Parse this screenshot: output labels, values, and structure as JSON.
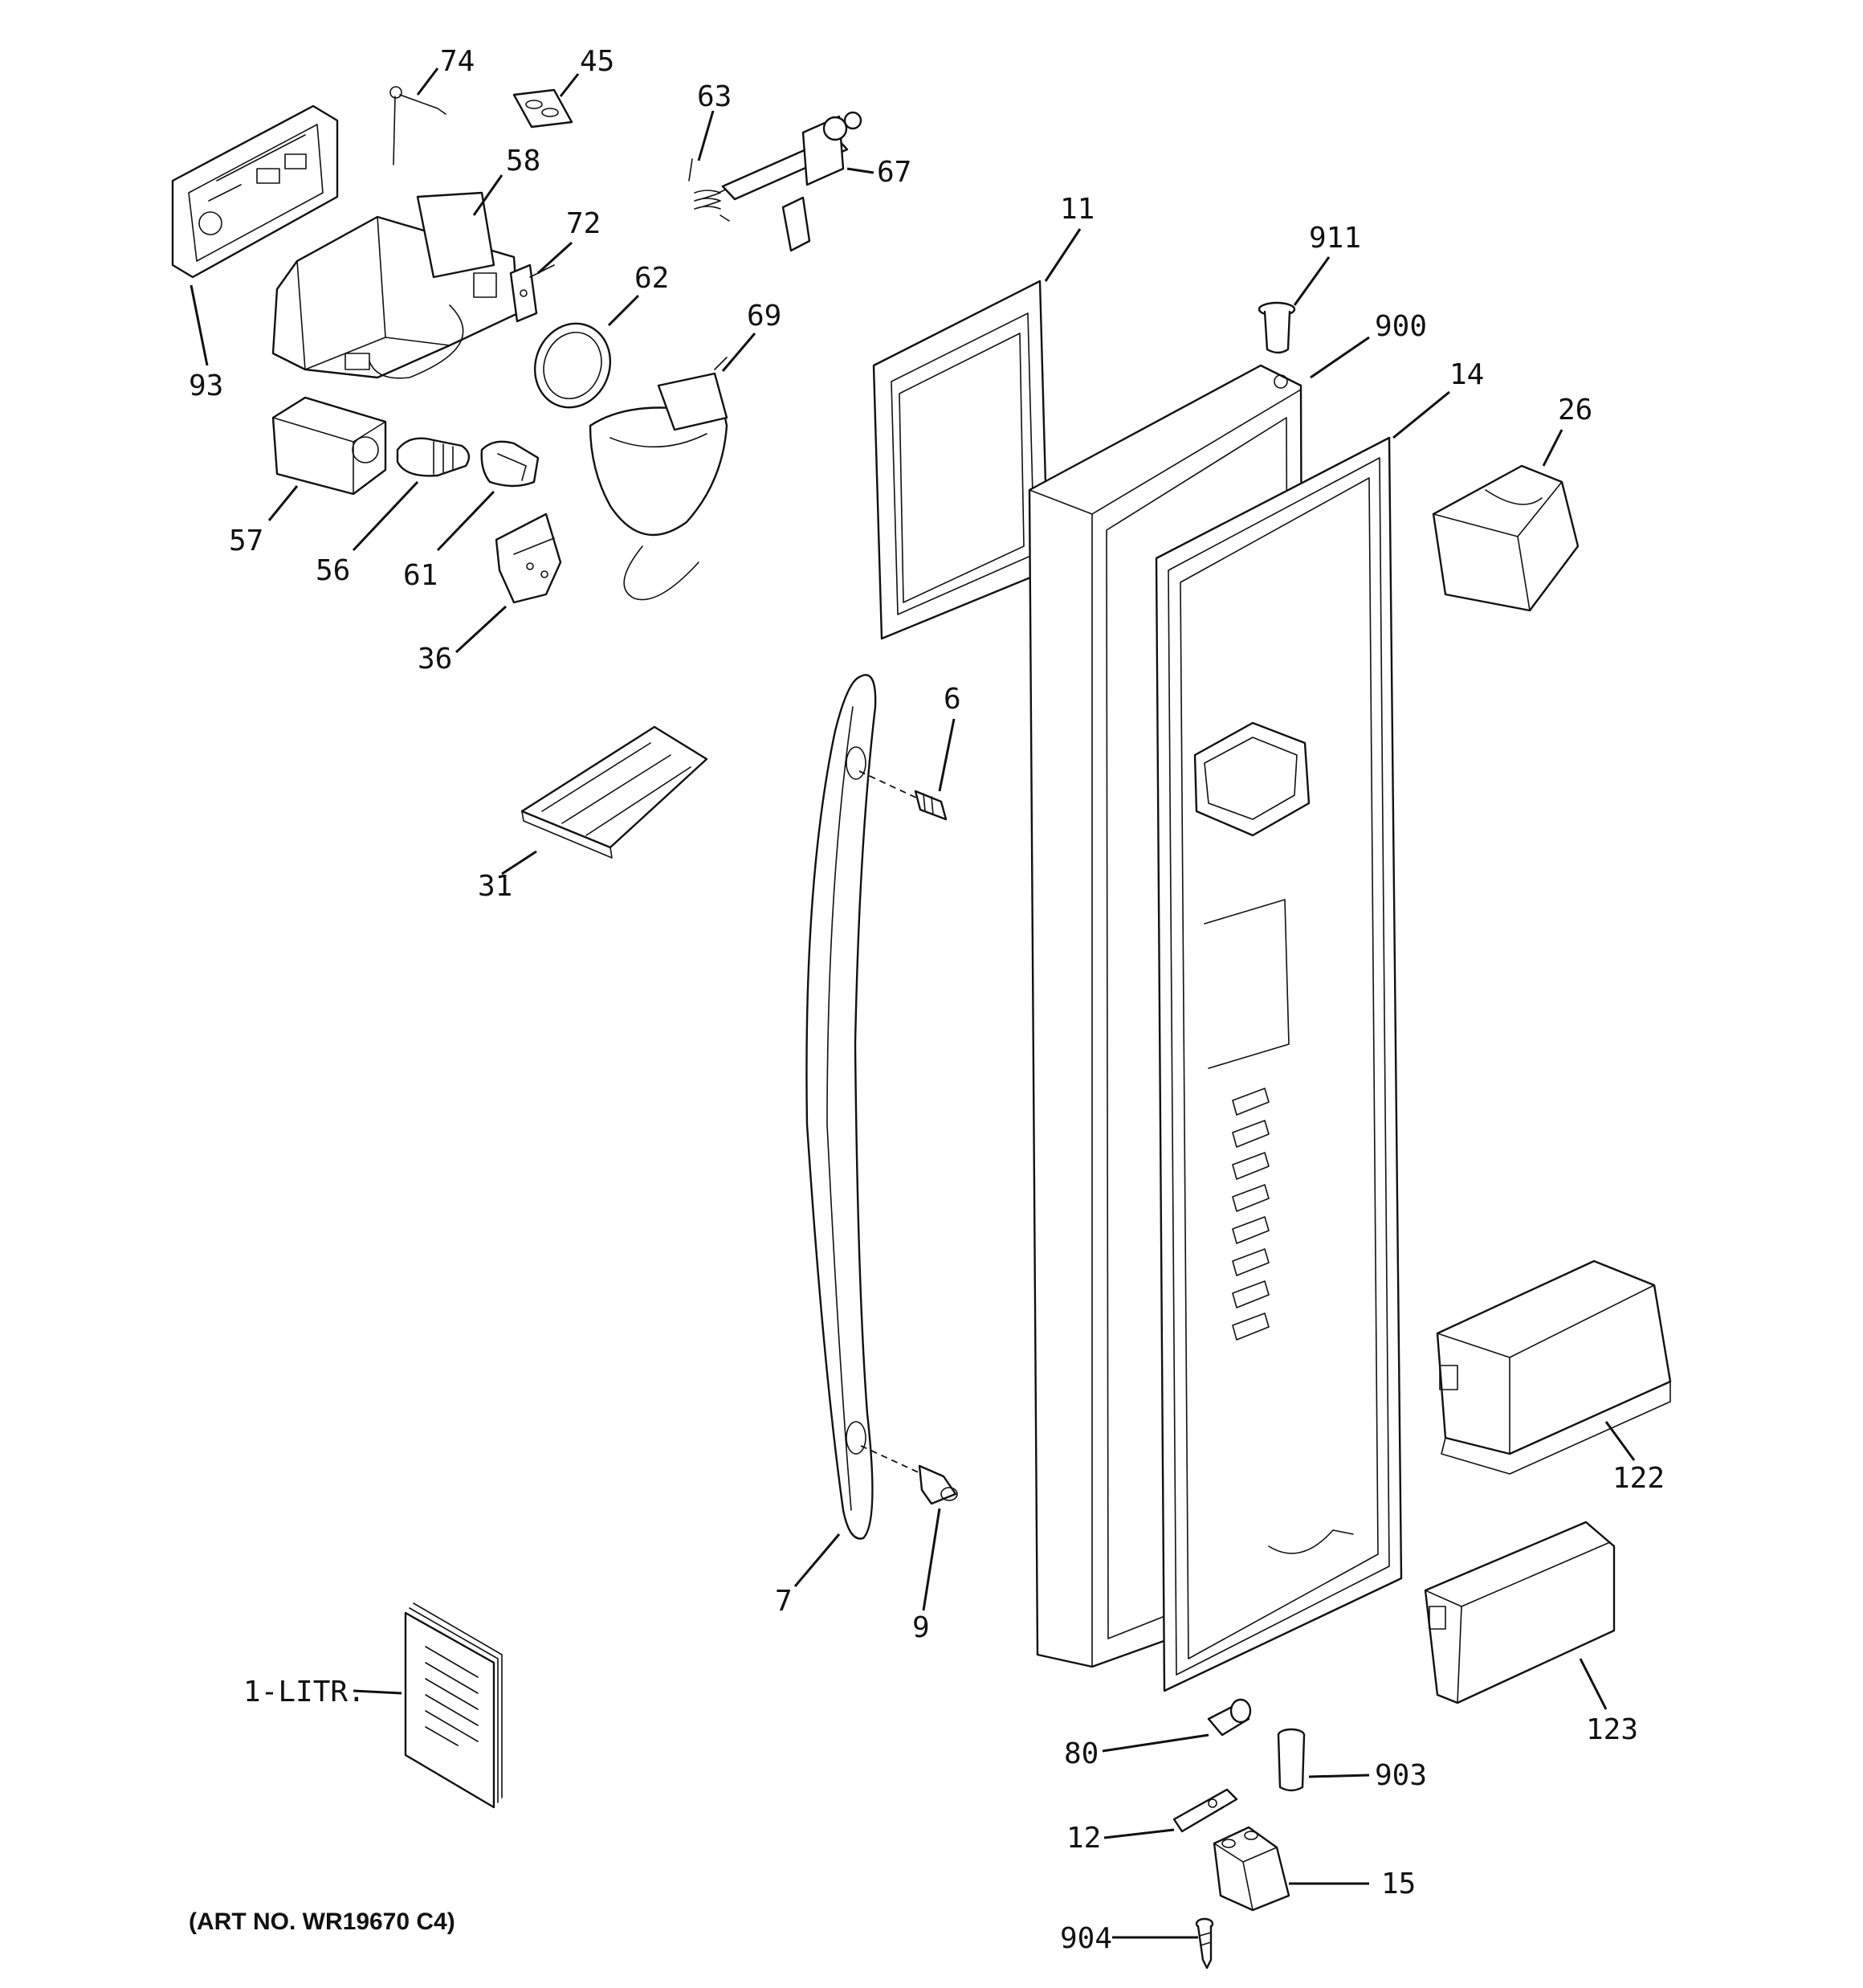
{
  "art_number": "(ART NO. WR19670 C4)",
  "callouts": [
    {
      "id": "74",
      "label": "74"
    },
    {
      "id": "45",
      "label": "45"
    },
    {
      "id": "63",
      "label": "63"
    },
    {
      "id": "67",
      "label": "67"
    },
    {
      "id": "58",
      "label": "58"
    },
    {
      "id": "72",
      "label": "72"
    },
    {
      "id": "62",
      "label": "62"
    },
    {
      "id": "69",
      "label": "69"
    },
    {
      "id": "93",
      "label": "93"
    },
    {
      "id": "57",
      "label": "57"
    },
    {
      "id": "56",
      "label": "56"
    },
    {
      "id": "61",
      "label": "61"
    },
    {
      "id": "36",
      "label": "36"
    },
    {
      "id": "11",
      "label": "11"
    },
    {
      "id": "911",
      "label": "911"
    },
    {
      "id": "900",
      "label": "900"
    },
    {
      "id": "14",
      "label": "14"
    },
    {
      "id": "26",
      "label": "26"
    },
    {
      "id": "6",
      "label": "6"
    },
    {
      "id": "31",
      "label": "31"
    },
    {
      "id": "122",
      "label": "122"
    },
    {
      "id": "7",
      "label": "7"
    },
    {
      "id": "9",
      "label": "9"
    },
    {
      "id": "123",
      "label": "123"
    },
    {
      "id": "1-LITR.",
      "label": "1-LITR."
    },
    {
      "id": "80",
      "label": "80"
    },
    {
      "id": "903",
      "label": "903"
    },
    {
      "id": "12",
      "label": "12"
    },
    {
      "id": "15",
      "label": "15"
    },
    {
      "id": "904",
      "label": "904"
    }
  ]
}
